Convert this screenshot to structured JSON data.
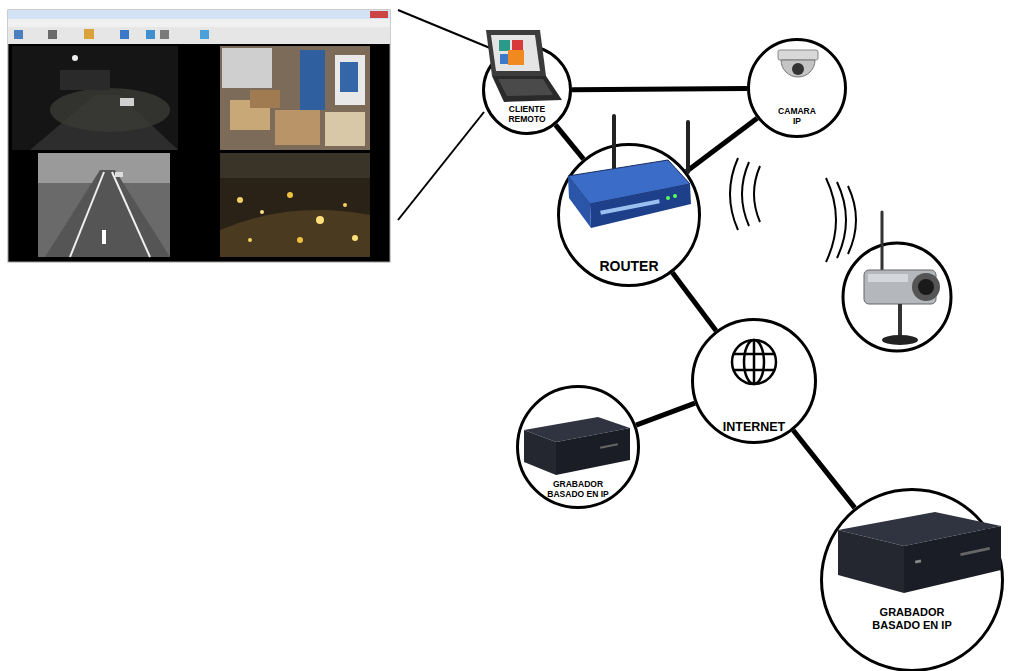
{
  "diagram": {
    "nodes": [
      {
        "text": [
          "CLIENTE REMOTO"
        ]
      },
      {
        "text": [
          "CAMARA IP"
        ]
      },
      {
        "text": [
          "ROUTER"
        ]
      },
      {
        "text": [
          "INTERNET"
        ]
      },
      {
        "text": [
          "GRABADOR BASADO EN IP"
        ]
      },
      {
        "text": [
          "GRABADOR BASADO EN IP"
        ]
      }
    ],
    "edges": [
      {
        "from": 0,
        "to": 1,
        "arrow": "none"
      },
      {
        "from": 0,
        "to": 2,
        "arrow": "none"
      },
      {
        "from": 1,
        "to": 2,
        "arrow": "none"
      },
      {
        "from": 2,
        "to": 3,
        "arrow": "none"
      },
      {
        "from": 3,
        "to": 4,
        "arrow": "none"
      },
      {
        "from": 3,
        "to": 5,
        "arrow": "none"
      }
    ]
  }
}
